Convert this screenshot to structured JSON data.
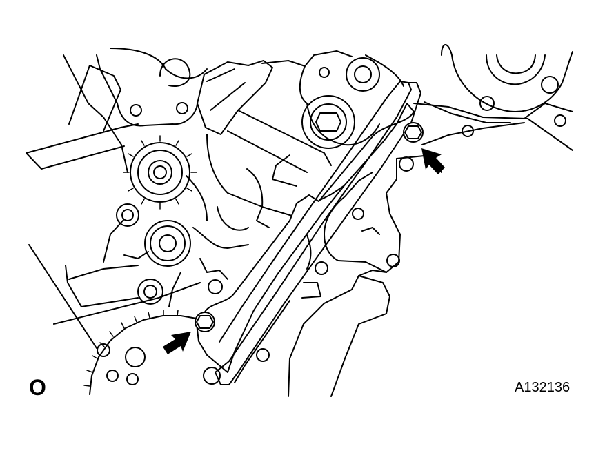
{
  "figure": {
    "view_letter": "O",
    "figure_id": "A132136",
    "ink_color": "#000000",
    "background_color": "#ffffff"
  },
  "callouts": [
    {
      "points_to": "upper-guide-bolt",
      "icon": "arrow-icon"
    },
    {
      "points_to": "lower-guide-bolt",
      "icon": "arrow-icon"
    }
  ]
}
